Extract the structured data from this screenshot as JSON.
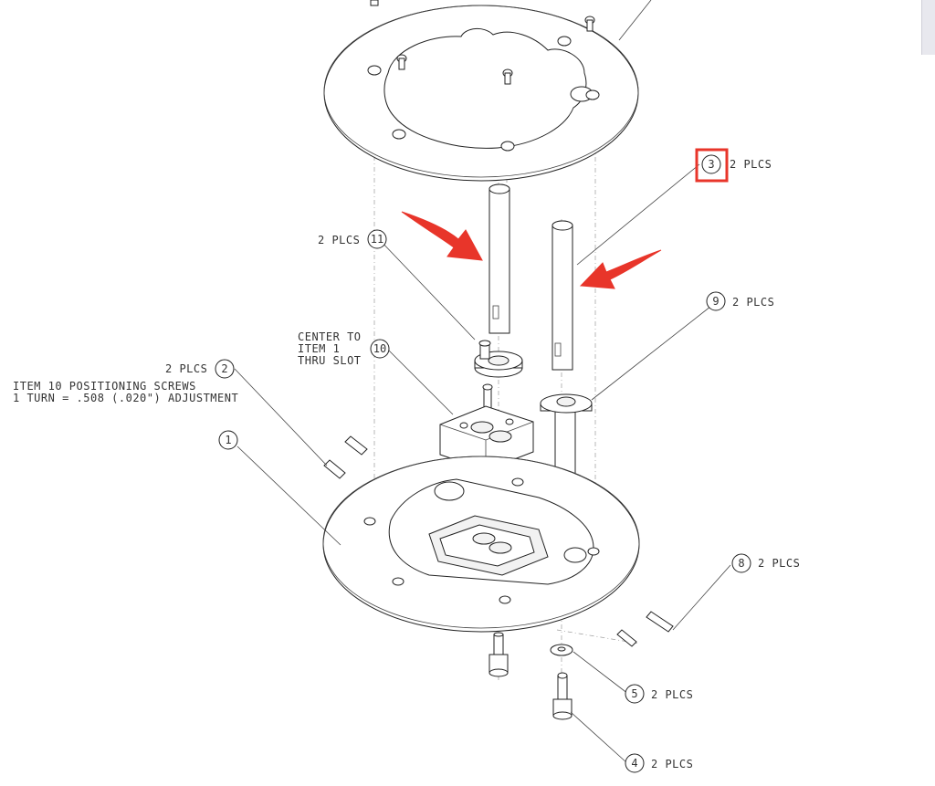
{
  "callouts": {
    "c1": {
      "num": "1",
      "text": ""
    },
    "c2": {
      "num": "2",
      "text": "2 PLCS"
    },
    "c3": {
      "num": "3",
      "text": "2 PLCS"
    },
    "c4": {
      "num": "4",
      "text": "2 PLCS"
    },
    "c5": {
      "num": "5",
      "text": "2 PLCS"
    },
    "c8": {
      "num": "8",
      "text": "2 PLCS"
    },
    "c9": {
      "num": "9",
      "text": "2 PLCS"
    },
    "c10": {
      "num": "10",
      "text": ""
    },
    "c11": {
      "num": "11",
      "text": "2 PLCS"
    }
  },
  "notes": {
    "center_line1": "CENTER TO",
    "center_line2": "ITEM 1",
    "center_line3": "THRU SLOT",
    "screw_line1": "ITEM 10 POSITIONING SCREWS",
    "screw_line2": "1 TURN = .508 (.020\") ADJUSTMENT"
  },
  "annotation_colors": {
    "highlight": "#e8352a",
    "ink": "#222222"
  }
}
